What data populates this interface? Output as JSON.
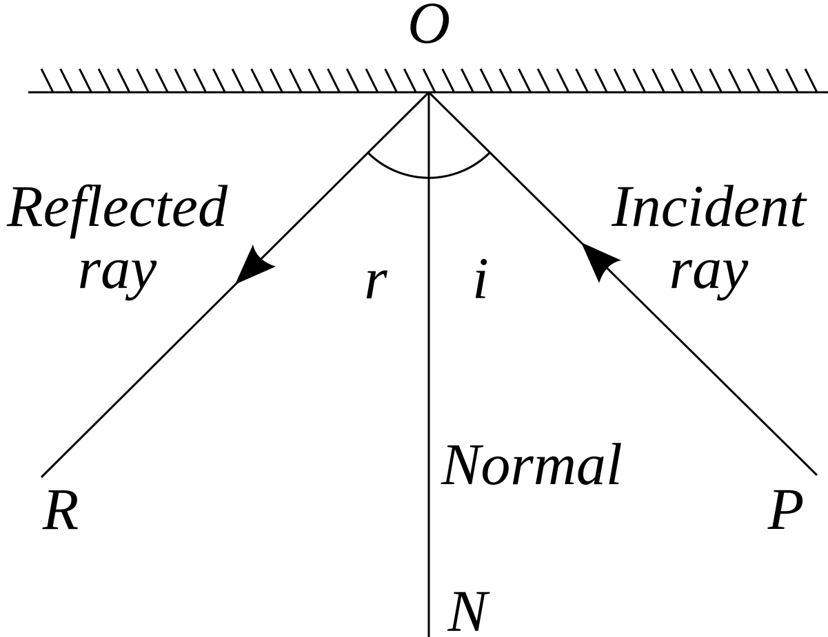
{
  "diagram": {
    "title": "Reflection of light at a plane mirror",
    "labels": {
      "origin": "O",
      "reflected_line1": "Reflected",
      "reflected_line2": "ray",
      "incident_line1": "Incident",
      "incident_line2": "ray",
      "angle_reflection": "r",
      "angle_incidence": "i",
      "normal": "Normal",
      "point_r": "R",
      "point_p": "P",
      "point_n": "N"
    },
    "colors": {
      "stroke": "#000000",
      "background": "#ffffff"
    }
  }
}
